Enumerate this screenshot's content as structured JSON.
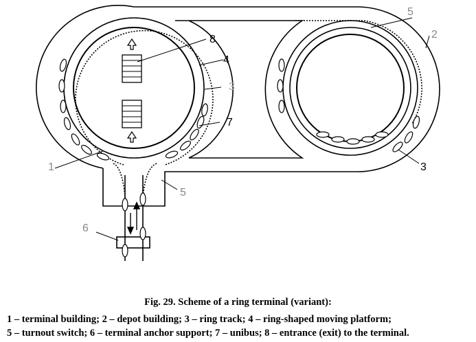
{
  "labels": {
    "l1": "1",
    "l2": "2",
    "l3a": "3",
    "l3b": "3",
    "l4": "4",
    "l5a": "5",
    "l5b": "5",
    "l6": "6",
    "l7": "7",
    "l8": "8"
  },
  "caption": {
    "title": "Fig. 29. Scheme of a ring terminal (variant):",
    "line1": "1 – terminal building; 2 – depot building; 3 – ring track; 4 – ring-shaped moving platform;",
    "line2": "5 – turnout switch; 6 – terminal anchor support; 7 – unibus; 8 – entrance (exit) to the terminal."
  },
  "colors": {
    "ink": "#000000",
    "gray_label": "#888888",
    "light_label": "#aaaaaa"
  }
}
